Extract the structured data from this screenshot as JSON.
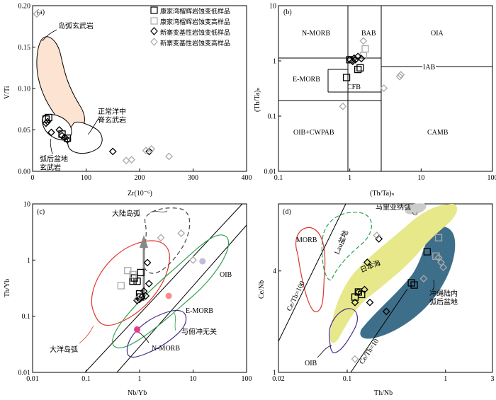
{
  "legend": {
    "items": [
      {
        "label": "康家湾榴辉岩蚀变低样品",
        "marker": "open-square-black"
      },
      {
        "label": "康家湾榴辉岩蚀变高样品",
        "marker": "open-square-grey"
      },
      {
        "label": "新寨变基性岩蚀变低样品",
        "marker": "open-diamond-black"
      },
      {
        "label": "新寨变基性岩蚀变高样品",
        "marker": "open-diamond-grey"
      }
    ]
  },
  "colors": {
    "field_peach": "#fce3d2",
    "field_yellow": "#e6e88a",
    "field_teal": "#3e6f8a",
    "grey_marker": "#aaaaaa",
    "red": "#e0352c",
    "green": "#2ea04f",
    "purple": "#4a2c8a",
    "pink": "#e73c8f",
    "salmon": "#f58d8a",
    "lilac": "#c7b8e0"
  },
  "chart_data": [
    {
      "id": "a",
      "type": "scatter",
      "panel_label": "(a)",
      "xlabel": "Zr(10⁻⁶)",
      "ylabel": "V/Ti",
      "xlim": [
        0,
        400
      ],
      "ylim": [
        0,
        0.2
      ],
      "xticks": [
        "0",
        "100",
        "200",
        "300",
        "400"
      ],
      "yticks": [
        "0.00",
        "0.05",
        "0.10",
        "0.15",
        "0.20"
      ],
      "field_labels": {
        "island_arc": "岛弧玄武岩",
        "morb_1": "正常洋中",
        "morb_2": "脊玄武岩",
        "backarc_1": "弧后盆地",
        "backarc_2": "玄武岩"
      },
      "series": [
        {
          "name": "康家湾榴辉岩蚀变低样品",
          "points": [
            [
              25,
              0.063
            ],
            [
              30,
              0.065
            ],
            [
              55,
              0.045
            ],
            [
              65,
              0.04
            ]
          ]
        },
        {
          "name": "新寨变基性岩蚀变低样品",
          "points": [
            [
              25,
              0.058
            ],
            [
              28,
              0.06
            ],
            [
              35,
              0.047
            ],
            [
              50,
              0.05
            ],
            [
              55,
              0.043
            ],
            [
              60,
              0.041
            ],
            [
              65,
              0.038
            ],
            [
              150,
              0.024
            ],
            [
              218,
              0.024
            ]
          ]
        },
        {
          "name": "新寨变基性岩蚀变高样品",
          "points": [
            [
              8,
              0.19
            ],
            [
              175,
              0.013
            ],
            [
              185,
              0.014
            ],
            [
              212,
              0.025
            ],
            [
              222,
              0.027
            ],
            [
              255,
              0.018
            ]
          ]
        }
      ]
    },
    {
      "id": "b",
      "type": "scatter",
      "panel_label": "(b)",
      "xlabel": "(Th/Ta)ₙ",
      "ylabel": "(Tb/Ta)ₙ",
      "xscale": "log",
      "yscale": "log",
      "xlim": [
        0.1,
        100
      ],
      "ylim": [
        0.01,
        10
      ],
      "xticks": [
        "0.1",
        "1",
        "10",
        "100"
      ],
      "yticks": [
        "0.01",
        "0.1",
        "1",
        "10"
      ],
      "field_labels": [
        "N-MORB",
        "BAB",
        "OIA",
        "E-MORB",
        "CFB",
        "IAB",
        "OIB+CWPAB",
        "CAMB"
      ],
      "series": [
        {
          "name": "康家湾榴辉岩蚀变低样品",
          "points": [
            [
              0.9,
              0.5
            ],
            [
              1.0,
              1.05
            ],
            [
              1.3,
              0.7
            ],
            [
              1.4,
              0.75
            ]
          ]
        },
        {
          "name": "康家湾榴辉岩蚀变高样品",
          "points": [
            [
              1.55,
              1.25
            ],
            [
              1.65,
              1.65
            ]
          ]
        },
        {
          "name": "新寨变基性岩蚀变低样品",
          "points": [
            [
              1.0,
              1.05
            ],
            [
              1.1,
              0.98
            ],
            [
              1.15,
              1.12
            ],
            [
              1.2,
              1.05
            ],
            [
              1.3,
              1.2
            ],
            [
              1.45,
              1.1
            ]
          ]
        },
        {
          "name": "新寨变基性岩蚀变高样品",
          "points": [
            [
              0.8,
              0.15
            ],
            [
              1.55,
              2.3
            ],
            [
              3.0,
              0.32
            ],
            [
              5.0,
              0.52
            ],
            [
              5.2,
              0.56
            ]
          ]
        }
      ]
    },
    {
      "id": "c",
      "type": "scatter",
      "panel_label": "(c)",
      "xlabel": "Nb/Yb",
      "ylabel": "Th/Yb",
      "xscale": "log",
      "yscale": "log",
      "xlim": [
        0.01,
        100
      ],
      "ylim": [
        0.01,
        10
      ],
      "xticks": [
        "0.01",
        "0.1",
        "1",
        "10",
        "100"
      ],
      "yticks": [
        "0.01",
        "0.1",
        "1",
        "10"
      ],
      "field_labels": {
        "continental_arc": "大陆岛弧",
        "oceanic_arc": "大洋岛弧",
        "oib": "OIB",
        "emorb": "E-MORB",
        "nmorb": "N-MORB",
        "unrelated": "与俯冲无关"
      },
      "reference_points": [
        {
          "name": "OIB",
          "x": 15,
          "y": 0.95
        },
        {
          "name": "E-MORB",
          "x": 3.5,
          "y": 0.23
        },
        {
          "name": "N-MORB",
          "x": 0.9,
          "y": 0.058
        }
      ],
      "series": [
        {
          "name": "康家湾榴辉岩蚀变低样品",
          "points": [
            [
              0.75,
              0.42
            ],
            [
              0.8,
              0.48
            ],
            [
              0.9,
              0.42
            ],
            [
              1.05,
              0.6
            ],
            [
              1.0,
              0.25
            ],
            [
              1.05,
              0.22
            ]
          ]
        },
        {
          "name": "康家湾榴辉岩蚀变高样品",
          "points": [
            [
              0.45,
              0.35
            ],
            [
              0.6,
              0.65
            ],
            [
              0.75,
              0.55
            ]
          ]
        },
        {
          "name": "新寨变基性岩蚀变低样品",
          "points": [
            [
              0.9,
              0.19
            ],
            [
              1.0,
              0.2
            ],
            [
              1.1,
              0.22
            ],
            [
              1.3,
              0.23
            ],
            [
              1.2,
              0.28
            ],
            [
              1.5,
              0.38
            ],
            [
              1.4,
              0.9
            ]
          ]
        },
        {
          "name": "新寨变基性岩蚀变高样品",
          "points": [
            [
              2.5,
              2.5
            ],
            [
              6.0,
              3.0
            ],
            [
              10,
              1.0
            ],
            [
              0.9,
              0.2
            ]
          ]
        }
      ]
    },
    {
      "id": "d",
      "type": "scatter",
      "panel_label": "(d)",
      "xlabel": "Th/Nb",
      "ylabel": "Ce/Nb",
      "xscale": "log",
      "yscale": "log",
      "xlim": [
        0.02,
        3
      ],
      "ylim": [
        1,
        10
      ],
      "xticks": [
        "0.02",
        "0.1",
        "1",
        "3"
      ],
      "yticks": [
        "1",
        "4"
      ],
      "field_labels": {
        "morb": "MORB",
        "lau": "Lau盆地",
        "marianas": "马里亚纳弧",
        "japan_sea": "日本海",
        "okinawa_1": "冲绳陆内",
        "okinawa_2": "弧后盆地",
        "oib": "OIB",
        "ce_th_100": "Ce/Th=100",
        "ce_th_10": "Ce/Th=10"
      },
      "series": [
        {
          "name": "康家湾榴辉岩蚀变低样品",
          "points": [
            [
              0.12,
              2.8
            ],
            [
              0.13,
              3.0
            ],
            [
              0.14,
              2.9
            ],
            [
              0.45,
              3.4
            ],
            [
              0.48,
              3.3
            ],
            [
              0.65,
              5.2
            ]
          ]
        },
        {
          "name": "康家湾榴辉岩蚀变高样品",
          "points": [
            [
              0.85,
              6.3
            ],
            [
              0.8,
              4.9
            ]
          ]
        },
        {
          "name": "新寨变基性岩蚀变低样品",
          "points": [
            [
              0.12,
              2.6
            ],
            [
              0.13,
              3.0
            ],
            [
              0.15,
              3.1
            ],
            [
              0.17,
              2.6
            ],
            [
              0.16,
              4.5
            ],
            [
              0.21,
              6.2
            ],
            [
              0.25,
              2.3
            ]
          ]
        },
        {
          "name": "新寨变基性岩蚀变高样品",
          "points": [
            [
              0.12,
              1.2
            ],
            [
              0.2,
              6.5
            ],
            [
              0.6,
              3.6
            ],
            [
              0.9,
              4.5
            ],
            [
              0.95,
              4.2
            ],
            [
              0.85,
              4.8
            ]
          ]
        }
      ]
    }
  ]
}
